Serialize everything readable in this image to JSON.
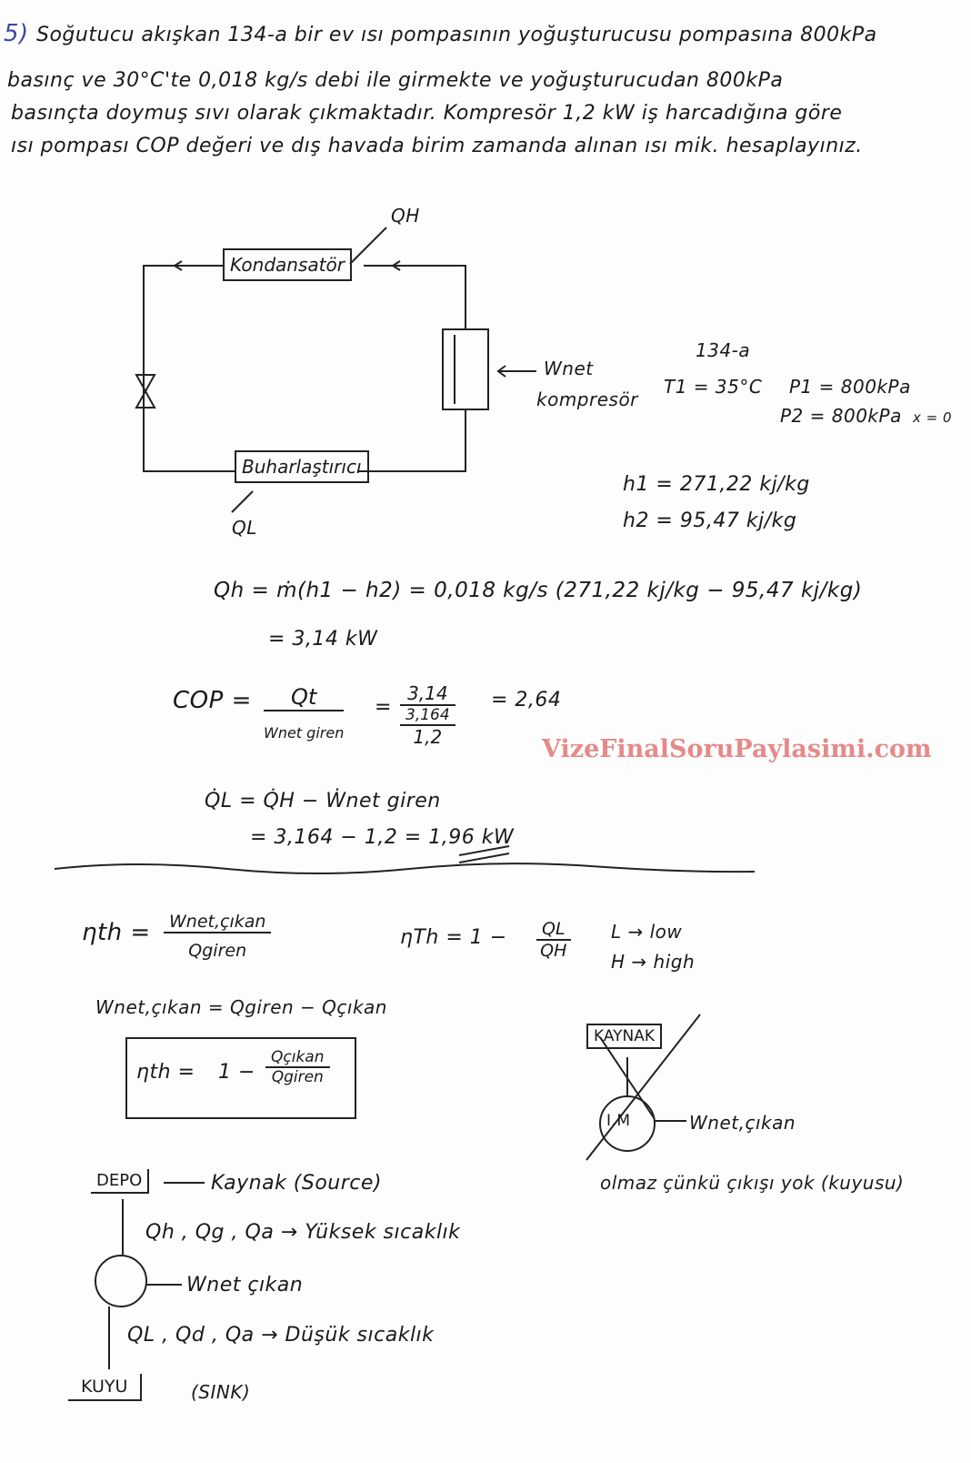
{
  "problem": {
    "number": "5)",
    "lines": [
      "Soğutucu akışkan 134-a bir ev ısı pompasının yoğuşturucusu pompasına 800kPa",
      "basınç ve 30°C'te 0,018 kg/s debi ile girmekte ve yoğuşturucudan 800kPa",
      "basınçta doymuş sıvı olarak çıkmaktadır. Kompresör 1,2 kW iş harcadığına göre",
      "ısı pompası COP değeri ve dış havada birim zamanda alınan ısı mik. hesaplayınız."
    ]
  },
  "diagram": {
    "qh_label": "QH",
    "condenser": "Kondansatör",
    "evaporator": "Buharlaştırıcı",
    "ql_label": "QL",
    "wnet_label": "Wnet",
    "compressor": "kompresör"
  },
  "givens": {
    "fluid": "134-a",
    "t1": "T1 = 35°C",
    "p1": "P1 = 800kPa",
    "p2": "P2 = 800kPa",
    "x": "x = 0",
    "h1": "h1 = 271,22 kj/kg",
    "h2": "h2 = 95,47 kj/kg"
  },
  "solution": {
    "qh_eq": "Qh = ṁ(h1 − h2) = 0,018 kg/s (271,22 kj/kg − 95,47 kj/kg)",
    "qh_result": "= 3,14 kW",
    "cop_lhs": "COP =",
    "cop_num": "Qt",
    "cop_den": "Wnet giren",
    "cop_eq": "=",
    "cop_num2": "3,14",
    "cop_den2a": "3,164",
    "cop_den2b": "1,2",
    "cop_result": "= 2,64",
    "ql_eq": "Q̇L = Q̇H − Ẇnet giren",
    "ql_result": "= 3,164 − 1,2 = 1,96 kW"
  },
  "notes": {
    "eta_lhs": "ηth =",
    "eta_num": "Wnet,çıkan",
    "eta_den": "Qgiren",
    "eta2": "ηTh = 1 −",
    "eta2_num": "QL",
    "eta2_den": "QH",
    "low": "L → low",
    "high": "H → high",
    "wnet_eq": "Wnet,çıkan = Qgiren − Qçıkan",
    "box_lhs": "ηth =",
    "box_rhs": "1 −",
    "box_num": "Qçıkan",
    "box_den": "Qgiren",
    "kaynak": "KAYNAK",
    "im": "I.M",
    "im_out": "Wnet,çıkan",
    "olmaz": "olmaz çünkü çıkışı yok (kuyusu)",
    "depo": "DEPO",
    "source": "Kaynak (Source)",
    "high_temps": "Qh , Qg , Qa → Yüksek sıcaklık",
    "wnet_out": "Wnet çıkan",
    "low_temps": "QL , Qd , Qa → Düşük sıcaklık",
    "kuyu": "KUYU",
    "sink": "(SINK)"
  },
  "watermark": "VizeFinalSoruPaylasimi.com"
}
